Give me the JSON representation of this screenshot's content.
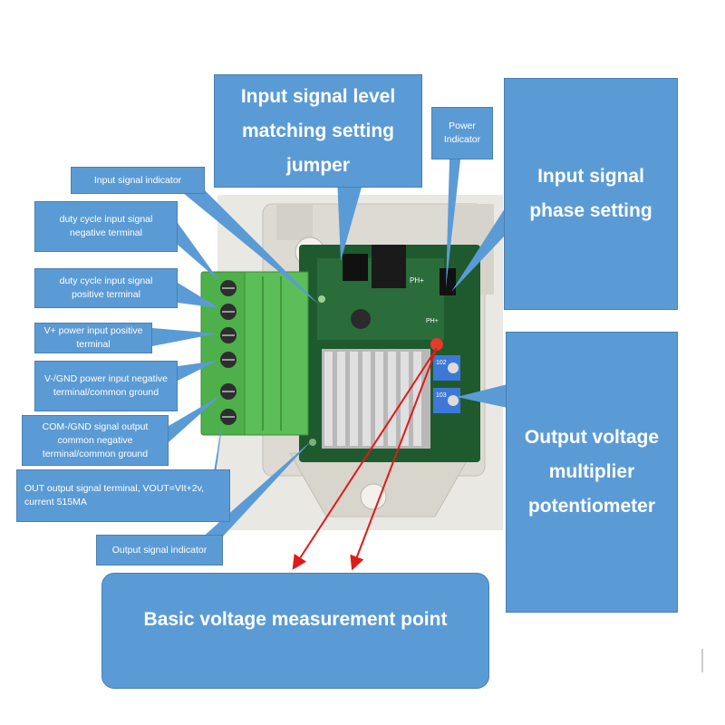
{
  "labels": {
    "jumper": "Input signal level matching setting jumper",
    "power_indicator": "Power Indicator",
    "phase": "Input signal phase setting",
    "input_indicator": "Input signal indicator",
    "duty_neg": "duty cycle input signal negative terminal",
    "duty_pos": "duty cycle input signal positive terminal",
    "vplus": "V+ power input positive terminal",
    "vminus": "V-/GND power input negative terminal/common ground",
    "com": "COM-/GND signal output common negative terminal/common ground",
    "out": "OUT output signal terminal, VOUT=VIt+2v, current 515MA",
    "output_indicator": "Output signal indicator",
    "multiplier": "Output voltage multiplier potentiometer",
    "measurement": "Basic voltage measurement point"
  },
  "board": {
    "terminal_marks": [
      "PH+",
      "PH+"
    ],
    "pot_marks": [
      "102",
      "103"
    ]
  },
  "colors": {
    "callout_fill": "#5b9bd5",
    "pcb": "#1e5a2e",
    "terminal_block": "#4db04a",
    "heatsink": "#c9c9c9",
    "arrow": "#e01a1a"
  }
}
